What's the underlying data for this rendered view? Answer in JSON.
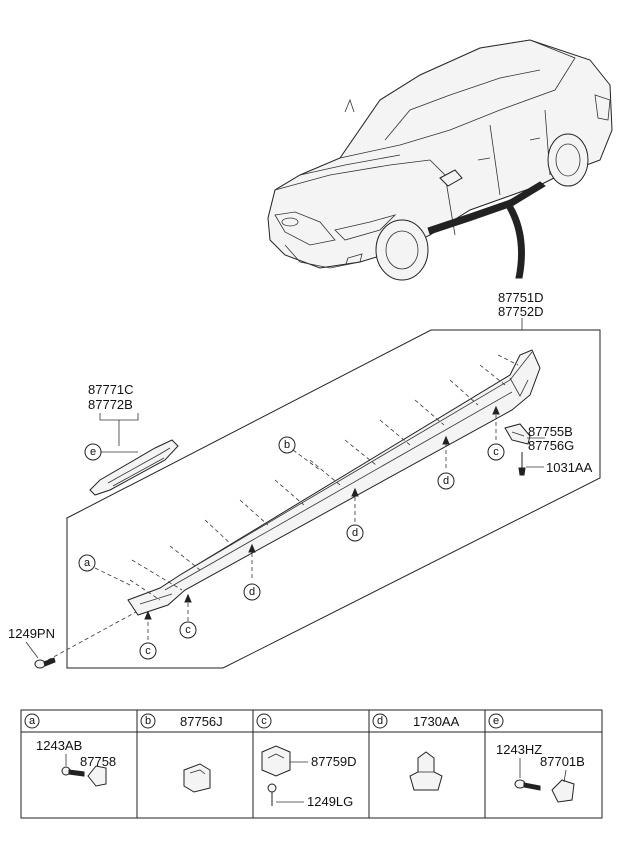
{
  "main_assembly": {
    "part1": "87751D",
    "part2": "87752D"
  },
  "emblem": {
    "part1": "87771C",
    "part2": "87772B",
    "callout": "e"
  },
  "bracket": {
    "part1": "87755B",
    "part2": "87756G"
  },
  "screw_right": "1031AA",
  "screw_left": "1249PN",
  "callouts": {
    "a": "a",
    "b": "b",
    "c1": "c",
    "c2": "c",
    "c3": "c",
    "d1": "d",
    "d2": "d",
    "d3": "d"
  },
  "legend": {
    "a": {
      "letter": "a",
      "part1": "1243AB",
      "part2": "87758"
    },
    "b": {
      "letter": "b",
      "header": "87756J"
    },
    "c": {
      "letter": "c",
      "part1": "87759D",
      "part2": "1249LG"
    },
    "d": {
      "letter": "d",
      "header": "1730AA"
    },
    "e": {
      "letter": "e",
      "part1": "1243HZ",
      "part2": "87701B"
    }
  }
}
